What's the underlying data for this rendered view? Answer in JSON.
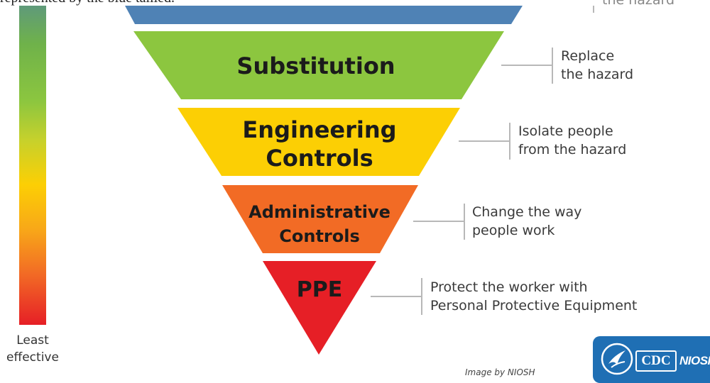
{
  "caption": {
    "top_text": "represented by the blue tallied."
  },
  "scale": {
    "bottom_label_line1": "Least",
    "bottom_label_line2": "effective"
  },
  "tiers": [
    {
      "id": "elimination",
      "color": "#4f82b5",
      "label_lines": [],
      "description_lines": [
        "the hazard"
      ]
    },
    {
      "id": "substitution",
      "color": "#8cc63f",
      "label_lines": [
        "Substitution"
      ],
      "description_lines": [
        "Replace",
        "the hazard"
      ]
    },
    {
      "id": "engineering-controls",
      "color": "#fccf04",
      "label_lines": [
        "Engineering",
        "Controls"
      ],
      "description_lines": [
        "Isolate people",
        "from the hazard"
      ]
    },
    {
      "id": "administrative-controls",
      "color": "#f26b25",
      "label_lines": [
        "Administrative",
        "Controls"
      ],
      "description_lines": [
        "Change the way",
        "people work"
      ]
    },
    {
      "id": "ppe",
      "color": "#e61f26",
      "label_lines": [
        "PPE"
      ],
      "description_lines": [
        "Protect the worker with",
        "Personal Protective Equipment"
      ]
    }
  ],
  "credit": "Image by NIOSH",
  "logo": {
    "cdc_text": "CDC",
    "niosh_text": "NIOSH"
  }
}
